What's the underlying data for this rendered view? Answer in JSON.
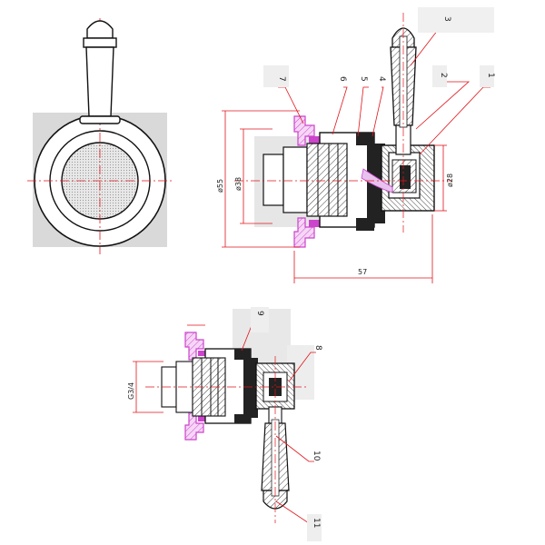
{
  "colors": {
    "outline": "#111111",
    "leader": "#e0141a",
    "accent": "#cc44cc",
    "hatch": "#555555",
    "panel": "#d9d9d9",
    "dark": "#222222"
  },
  "dimensions": {
    "d55": "ø55",
    "d38": "ø38",
    "d28": "ø28",
    "len57": "57",
    "thread": "G3/4"
  },
  "callouts": {
    "c1": "1",
    "c2": "2",
    "c3": "3",
    "c4": "4",
    "c5": "5",
    "c6": "6",
    "c7": "7",
    "c8": "8",
    "c9": "9",
    "c10": "10",
    "c11": "11"
  }
}
